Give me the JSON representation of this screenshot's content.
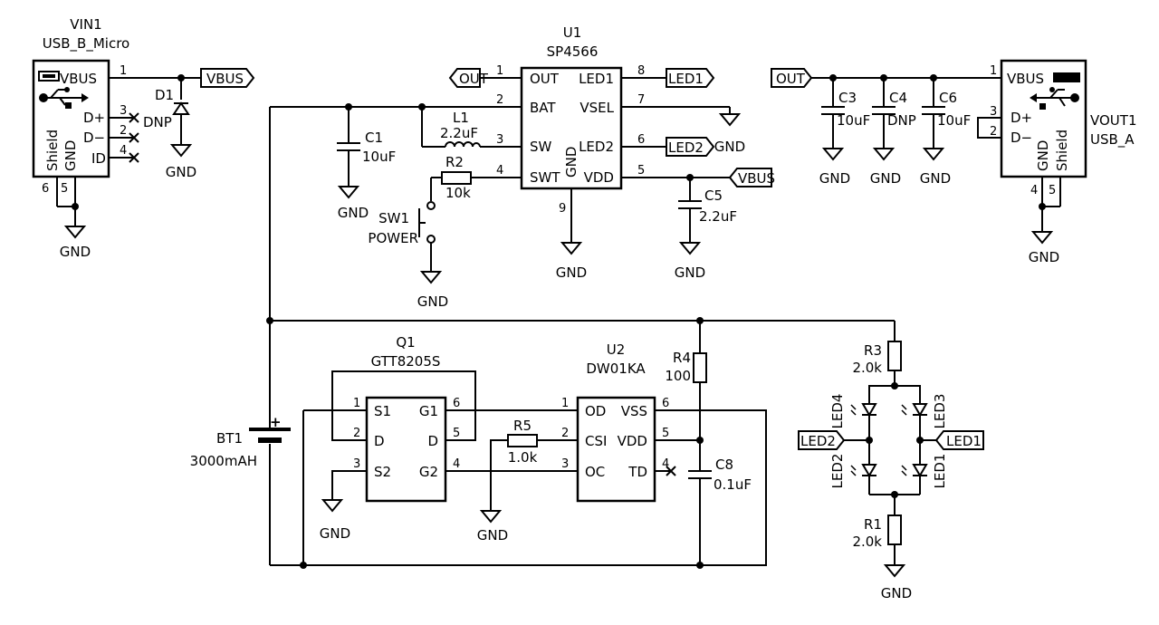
{
  "net_labels": {
    "vbus": "VBUS",
    "out": "OUT",
    "led1": "LED1",
    "led2": "LED2",
    "gnd": "GND"
  },
  "vin1": {
    "ref": "VIN1",
    "value": "USB_B_Micro",
    "pins": {
      "vbus": "VBUS",
      "dp": "D+",
      "dm": "D−",
      "id": "ID",
      "gnd": "GND",
      "shield": "Shield"
    },
    "pin_numbers": {
      "vbus": "1",
      "dp": "3",
      "dm": "2",
      "id": "4",
      "gnd": "5",
      "shield": "6"
    }
  },
  "d1": {
    "ref": "D1",
    "value": "DNP"
  },
  "u1": {
    "ref": "U1",
    "value": "SP4566",
    "pins_left": [
      {
        "name": "OUT",
        "num": "1"
      },
      {
        "name": "BAT",
        "num": "2"
      },
      {
        "name": "SW",
        "num": "3"
      },
      {
        "name": "SWT",
        "num": "4"
      }
    ],
    "pins_right": [
      {
        "name": "LED1",
        "num": "8"
      },
      {
        "name": "VSEL",
        "num": "7"
      },
      {
        "name": "LED2",
        "num": "6"
      },
      {
        "name": "VDD",
        "num": "5"
      }
    ],
    "pin_gnd": {
      "name": "GND",
      "num": "9"
    }
  },
  "c1": {
    "ref": "C1",
    "value": "10uF"
  },
  "l1": {
    "ref": "L1",
    "value": "2.2uF"
  },
  "r2": {
    "ref": "R2",
    "value": "10k"
  },
  "sw1": {
    "ref": "SW1",
    "value": "POWER"
  },
  "c5": {
    "ref": "C5",
    "value": "2.2uF"
  },
  "c3": {
    "ref": "C3",
    "value": "10uF"
  },
  "c4": {
    "ref": "C4",
    "value": "DNP"
  },
  "c6": {
    "ref": "C6",
    "value": "10uF"
  },
  "vout1": {
    "ref": "VOUT1",
    "value": "USB_A",
    "pins": {
      "vbus": "VBUS",
      "dp": "D+",
      "dm": "D−",
      "gnd": "GND",
      "shield": "Shield"
    },
    "pin_numbers": {
      "vbus": "1",
      "dp": "3",
      "dm": "2",
      "gnd": "4",
      "shield": "5"
    }
  },
  "q1": {
    "ref": "Q1",
    "value": "GTT8205S",
    "pins_left": [
      {
        "name": "S1",
        "num": "1"
      },
      {
        "name": "D",
        "num": "2"
      },
      {
        "name": "S2",
        "num": "3"
      }
    ],
    "pins_right": [
      {
        "name": "G1",
        "num": "6"
      },
      {
        "name": "D",
        "num": "5"
      },
      {
        "name": "G2",
        "num": "4"
      }
    ]
  },
  "u2": {
    "ref": "U2",
    "value": "DW01KA",
    "pins_left": [
      {
        "name": "OD",
        "num": "1"
      },
      {
        "name": "CSI",
        "num": "2"
      },
      {
        "name": "OC",
        "num": "3"
      }
    ],
    "pins_right": [
      {
        "name": "VSS",
        "num": "6"
      },
      {
        "name": "VDD",
        "num": "5"
      },
      {
        "name": "TD",
        "num": "4"
      }
    ]
  },
  "r5": {
    "ref": "R5",
    "value": "1.0k"
  },
  "r4": {
    "ref": "R4",
    "value": "100"
  },
  "c8": {
    "ref": "C8",
    "value": "0.1uF"
  },
  "bt1": {
    "ref": "BT1",
    "value": "3000mAH",
    "plus": "+"
  },
  "r3": {
    "ref": "R3",
    "value": "2.0k"
  },
  "r1": {
    "ref": "R1",
    "value": "2.0k"
  },
  "leds": {
    "led1": "LED1",
    "led2": "LED2",
    "led3": "LED3",
    "led4": "LED4"
  }
}
